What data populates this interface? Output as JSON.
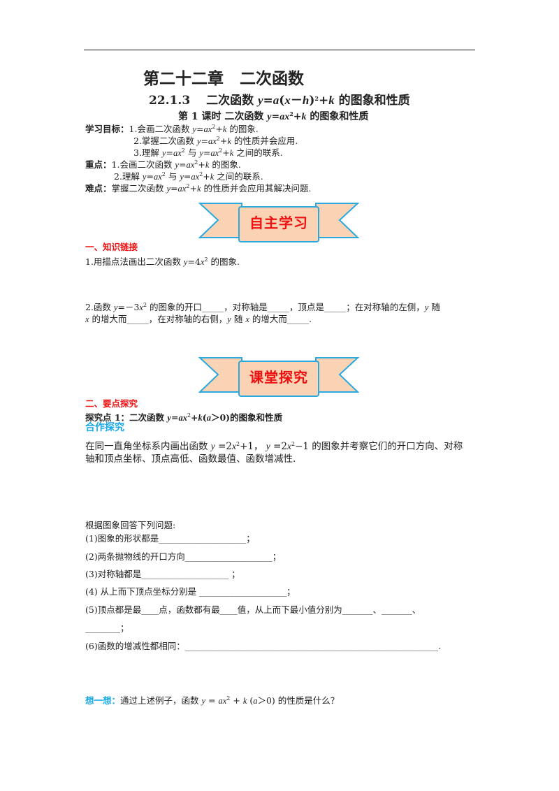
{
  "header": {
    "chapter": [
      {
        "t": "第二十二章　二次函数"
      }
    ],
    "section": [
      {
        "t": "22.1.3　 二次函数 "
      },
      {
        "t": "y",
        "s": "i"
      },
      {
        "t": "="
      },
      {
        "t": "a",
        "s": "i"
      },
      {
        "t": "("
      },
      {
        "t": "x",
        "s": "i"
      },
      {
        "t": "－"
      },
      {
        "t": "h",
        "s": "i"
      },
      {
        "t": ")"
      },
      {
        "t": "2",
        "s": "sup"
      },
      {
        "t": "+"
      },
      {
        "t": "k",
        "s": "i"
      },
      {
        "t": " 的图象和性质"
      }
    ],
    "lesson": [
      {
        "t": "第 1 课时  二次函数 "
      },
      {
        "t": "y",
        "s": "i"
      },
      {
        "t": "="
      },
      {
        "t": "ax",
        "s": "i"
      },
      {
        "t": "2",
        "s": "sup"
      },
      {
        "t": "+"
      },
      {
        "t": "k",
        "s": "i"
      },
      {
        "t": " 的图象和性质"
      }
    ]
  },
  "objectives": {
    "goal1": [
      {
        "t": "学习目标：",
        "s": "b"
      },
      {
        "t": "1.会画二次函数 "
      },
      {
        "t": "y",
        "s": "i"
      },
      {
        "t": "="
      },
      {
        "t": "ax",
        "s": "i"
      },
      {
        "t": "2",
        "s": "sup"
      },
      {
        "t": "+"
      },
      {
        "t": "k",
        "s": "i"
      },
      {
        "t": " 的图象."
      }
    ],
    "goal2": [
      {
        "t": "2.掌握二次函数 "
      },
      {
        "t": "y",
        "s": "i"
      },
      {
        "t": "="
      },
      {
        "t": "ax",
        "s": "i"
      },
      {
        "t": "2",
        "s": "sup"
      },
      {
        "t": "+"
      },
      {
        "t": "k",
        "s": "i"
      },
      {
        "t": " 的性质并会应用."
      }
    ],
    "goal3": [
      {
        "t": "3.理解 "
      },
      {
        "t": "y",
        "s": "i"
      },
      {
        "t": "="
      },
      {
        "t": "ax",
        "s": "i"
      },
      {
        "t": "2",
        "s": "sup"
      },
      {
        "t": " 与  "
      },
      {
        "t": "y",
        "s": "i"
      },
      {
        "t": "="
      },
      {
        "t": "ax",
        "s": "i"
      },
      {
        "t": "2",
        "s": "sup"
      },
      {
        "t": "+"
      },
      {
        "t": "k",
        "s": "i"
      },
      {
        "t": " 之间的联系."
      }
    ],
    "key1": [
      {
        "t": "重点：",
        "s": "b"
      },
      {
        "t": "1.会画二次函数 "
      },
      {
        "t": "y",
        "s": "i"
      },
      {
        "t": "="
      },
      {
        "t": "ax",
        "s": "i"
      },
      {
        "t": "2",
        "s": "sup"
      },
      {
        "t": "+"
      },
      {
        "t": "k",
        "s": "i"
      },
      {
        "t": " 的图象."
      }
    ],
    "key2": [
      {
        "t": "2.理解 "
      },
      {
        "t": "y",
        "s": "i"
      },
      {
        "t": "="
      },
      {
        "t": "ax",
        "s": "i"
      },
      {
        "t": "2",
        "s": "sup"
      },
      {
        "t": " 与  "
      },
      {
        "t": "y",
        "s": "i"
      },
      {
        "t": "="
      },
      {
        "t": "ax",
        "s": "i"
      },
      {
        "t": "2",
        "s": "sup"
      },
      {
        "t": "+"
      },
      {
        "t": "k",
        "s": "i"
      },
      {
        "t": " 之间的联系."
      }
    ],
    "difficulty": [
      {
        "t": "难点：",
        "s": "b"
      },
      {
        "t": "掌握二次函数 "
      },
      {
        "t": "y",
        "s": "i"
      },
      {
        "t": "="
      },
      {
        "t": "ax",
        "s": "i"
      },
      {
        "t": "2",
        "s": "sup"
      },
      {
        "t": "+"
      },
      {
        "t": "k",
        "s": "i"
      },
      {
        "t": " 的性质并会应用其解决问题."
      }
    ]
  },
  "banner1": {
    "label": "自主学习"
  },
  "section1": {
    "heading": [
      {
        "t": "一、知识链接",
        "s": "red"
      }
    ],
    "q1": [
      {
        "t": "1.用描点法画出二次函数 "
      },
      {
        "t": "y",
        "s": "i"
      },
      {
        "t": "=4"
      },
      {
        "t": "x",
        "s": "i"
      },
      {
        "t": "2",
        "s": "sup"
      },
      {
        "t": " 的图象."
      }
    ],
    "q2a": [
      {
        "t": "2.函数 "
      },
      {
        "t": "y",
        "s": "i"
      },
      {
        "t": "=－3"
      },
      {
        "t": "x",
        "s": "i"
      },
      {
        "t": "2",
        "s": "sup"
      },
      {
        "t": " 的图象的开口_____，对称轴是_____，顶点是_____；在对称轴的左侧，"
      },
      {
        "t": "y",
        "s": "i"
      },
      {
        "t": " 随"
      }
    ],
    "q2b": [
      {
        "t": "x",
        "s": "i"
      },
      {
        "t": " 的增大而_____，在对称轴的右侧，"
      },
      {
        "t": "y",
        "s": "i"
      },
      {
        "t": " 随 "
      },
      {
        "t": "x",
        "s": "i"
      },
      {
        "t": " 的增大而_____."
      }
    ]
  },
  "banner2": {
    "label": "课堂探究"
  },
  "section2": {
    "heading": [
      {
        "t": "二、要点探究",
        "s": "red"
      }
    ],
    "point1": [
      {
        "t": "探究点 1：二次函数 ",
        "s": "b"
      },
      {
        "t": "y",
        "s": "i b"
      },
      {
        "t": "=",
        "s": "b"
      },
      {
        "t": "ax",
        "s": "i b"
      },
      {
        "t": "2",
        "s": "sup"
      },
      {
        "t": "+",
        "s": "b"
      },
      {
        "t": "k",
        "s": "i b"
      },
      {
        "t": "(",
        "s": "b"
      },
      {
        "t": "a",
        "s": "i b"
      },
      {
        "t": "＞0)的图象和性质",
        "s": "b"
      }
    ],
    "coop": [
      {
        "t": "合作探究",
        "s": "blue"
      }
    ],
    "task1": [
      {
        "t": "在同一直角坐标系内画出函数 "
      },
      {
        "t": "y",
        "s": "i"
      },
      {
        "t": " =2"
      },
      {
        "t": "x",
        "s": "i"
      },
      {
        "t": "2",
        "s": "sup"
      },
      {
        "t": "+1，  "
      },
      {
        "t": "y",
        "s": "i"
      },
      {
        "t": " =2"
      },
      {
        "t": "x",
        "s": "i"
      },
      {
        "t": "2",
        "s": "sup"
      },
      {
        "t": "−1 的图象并考察它们的开口方向、对称"
      }
    ],
    "task2": [
      {
        "t": "轴和顶点坐标、顶点高低、函数最值、函数增减性."
      }
    ],
    "answer_intro": [
      {
        "t": "根据图象回答下列问题:"
      }
    ],
    "a1": [
      {
        "t": "(1)图象的形状都是____________________；"
      }
    ],
    "a2": [
      {
        "t": "(2)两条抛物线的开口方向____________________；"
      }
    ],
    "a3": [
      {
        "t": "(3)对称轴都是____________________ ；"
      }
    ],
    "a4": [
      {
        "t": "(4)  从上而下顶点坐标分别是  ____________________；"
      }
    ],
    "a5": [
      {
        "t": "(5)顶点都是最____点，函数都有最____值，从上而下最小值分别为_______、_______、"
      }
    ],
    "a5b": [
      {
        "t": "________；"
      }
    ],
    "a6": [
      {
        "t": "(6)函数的增减性都相同：__________________________________________________________."
      }
    ],
    "think": [
      {
        "t": "想一想：",
        "s": "blue"
      },
      {
        "t": "通过上述例子，函数  "
      },
      {
        "t": "y",
        "s": "i"
      },
      {
        "t": "  =  "
      },
      {
        "t": "ax",
        "s": "i"
      },
      {
        "t": "2",
        "s": "sup"
      },
      {
        "t": "  +  "
      },
      {
        "t": "k",
        "s": "i"
      },
      {
        "t": "  ("
      },
      {
        "t": "a",
        "s": "i"
      },
      {
        "t": "＞0)  的性质是什么？"
      }
    ]
  },
  "colors": {
    "heading_red": "#ee1111",
    "accent_blue": "#18a8e8",
    "banner_fill": "#f9d3b4",
    "banner_stroke": "#2aa8e0"
  }
}
